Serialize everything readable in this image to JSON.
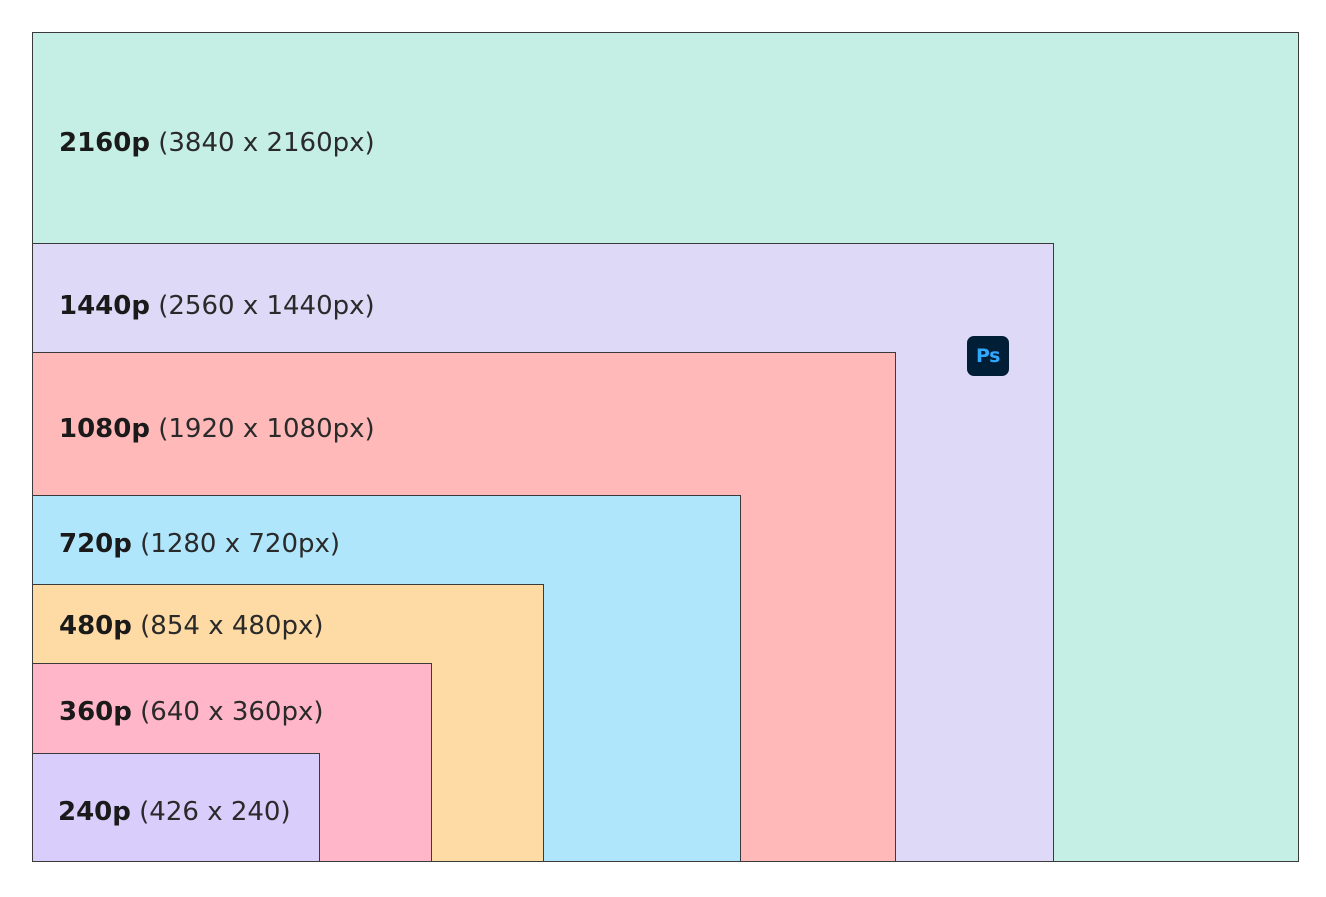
{
  "diagram": {
    "resolutions": [
      {
        "id": "2160",
        "name": "2160p",
        "dims": "(3840 x 2160px)",
        "color": "#c5efe4"
      },
      {
        "id": "1440",
        "name": "1440p",
        "dims": "(2560 x 1440px)",
        "color": "#ddd9f6"
      },
      {
        "id": "1080",
        "name": "1080p",
        "dims": "(1920 x 1080px)",
        "color": "#ffb9b9"
      },
      {
        "id": "720",
        "name": "720p",
        "dims": "(1280 x 720px)",
        "color": "#b0e6fb"
      },
      {
        "id": "480",
        "name": "480p",
        "dims": "(854 x 480px)",
        "color": "#fedba4"
      },
      {
        "id": "360",
        "name": "360p",
        "dims": "(640 x 360px)",
        "color": "#ffb6c9"
      },
      {
        "id": "240",
        "name": "240p",
        "dims": "(426 x 240)",
        "color": "#d8cdfb"
      }
    ],
    "logo": {
      "icon": "photoshop-icon",
      "text": "Ps",
      "background": "#001e36",
      "text_color": "#31a8ff"
    }
  }
}
